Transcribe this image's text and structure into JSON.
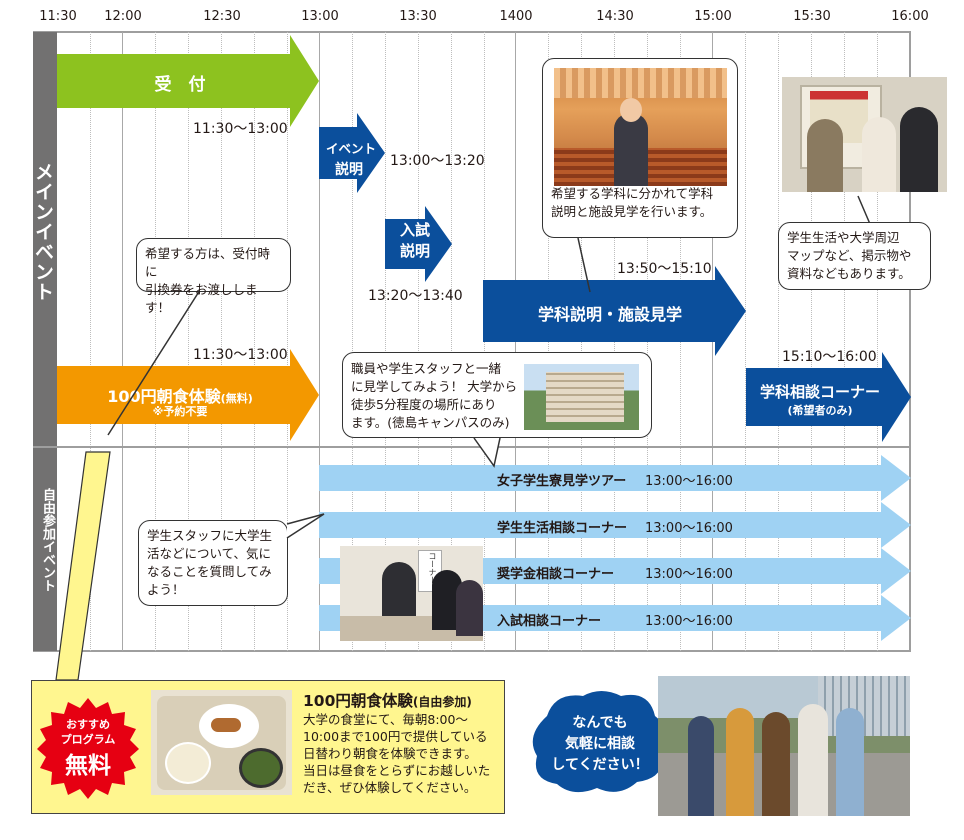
{
  "axis": {
    "ticks": [
      "11:30",
      "12:00",
      "12:30",
      "13:00",
      "13:30",
      "1400",
      "14:30",
      "15:00",
      "15:30",
      "16:00"
    ]
  },
  "side": {
    "main": "メインイベント",
    "free": "自由参加イベント"
  },
  "main_events": {
    "reception": {
      "label": "受　付",
      "time": "11:30〜13:00"
    },
    "breakfast": {
      "label": "100円朝食体験",
      "label_small": "(無料)",
      "note": "※予約不要",
      "time": "11:30〜13:00"
    },
    "event_explain": {
      "line1": "イベント",
      "line2": "説明",
      "time": "13:00〜13:20"
    },
    "exam_explain": {
      "line1": "入試",
      "line2": "説明",
      "time": "13:20〜13:40"
    },
    "dept_tour": {
      "label": "学科説明・施設見学",
      "time": "13:50〜15:10"
    },
    "consult": {
      "label": "学科相談コーナー",
      "sub": "(希望者のみ)",
      "time": "15:10〜16:00"
    }
  },
  "free_events": [
    {
      "label": "女子学生寮見学ツアー",
      "time": "13:00〜16:00"
    },
    {
      "label": "学生生活相談コーナー",
      "time": "13:00〜16:00"
    },
    {
      "label": "奨学金相談コーナー",
      "time": "13:00〜16:00"
    },
    {
      "label": "入試相談コーナー",
      "time": "13:00〜16:00"
    }
  ],
  "bubbles": {
    "ticket": {
      "line1": "希望する方は、受付時に",
      "line2": "引換券をお渡しします！"
    },
    "dept": {
      "line1": "希望する学科に分かれて学科",
      "line2": "説明と施設見学を行います。"
    },
    "life": {
      "line1": "学生生活や大学周辺",
      "line2": "マップなど、掲示物や",
      "line3": "資料などもあります。"
    },
    "dorm": {
      "line1": "職員や学生スタッフと一緒",
      "line2": "に見学してみよう！ 大学から",
      "line3": "徒歩5分程度の場所にあり",
      "line4": "ます。(徳島キャンパスのみ)"
    },
    "staff": {
      "line1": "学生スタッフに大学生",
      "line2": "活などについて、気に",
      "line3": "なることを質問してみ",
      "line4": "よう！"
    }
  },
  "promo": {
    "badge_line1": "おすすめ",
    "badge_line2": "プログラム",
    "badge_line3": "無料",
    "title": "100円朝食体験",
    "title_small": "(自由参加)",
    "line1": "大学の食堂にて、毎朝8:00〜",
    "line2": "10:00まで100円で提供している",
    "line3": "日替わり朝食を体験できます。",
    "line4": "当日は昼食をとらずにお越しいた",
    "line5": "だき、ぜひ体験してください。"
  },
  "cta": {
    "line1": "なんでも",
    "line2": "気軽に相談",
    "line3": "してください！"
  },
  "photo_sign": "コーナー",
  "colors": {
    "green": "#8dc21f",
    "orange": "#f39800",
    "navy": "#0b4f9c",
    "lightblue": "#9fd2f3",
    "yellow": "#fff68f",
    "red": "#e60012",
    "gray": "#727171"
  }
}
